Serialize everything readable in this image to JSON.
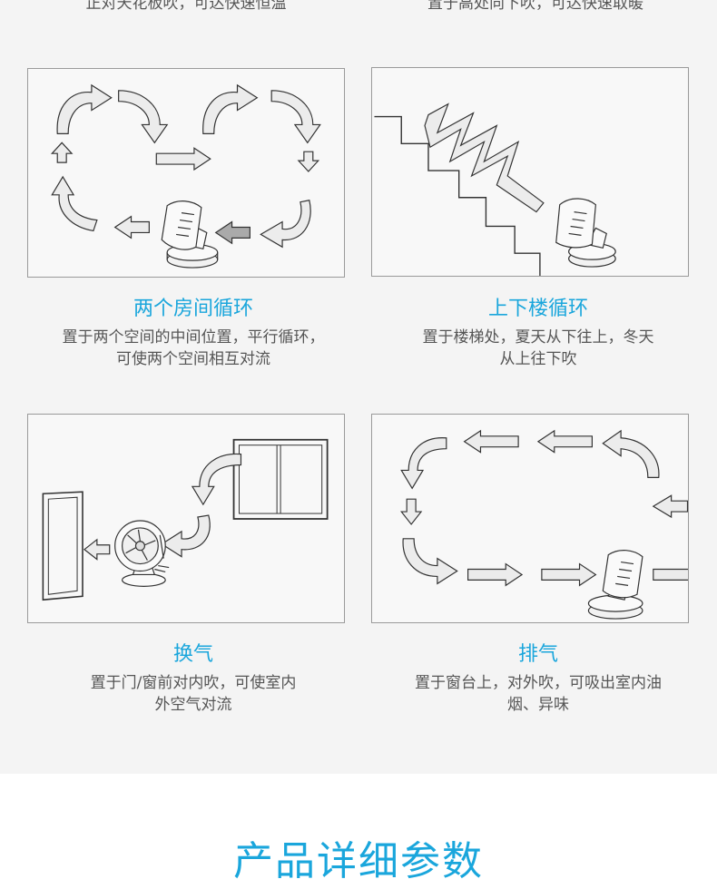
{
  "top_captions": {
    "left": "正对天花板吹，可达快速恒温",
    "right": "置于高处向下吹，可达快速取暖"
  },
  "cards": [
    {
      "title": "两个房间循环",
      "desc": [
        "置于两个空间的中间位置，平行循环，",
        "可使两个空间相互对流"
      ]
    },
    {
      "title": "上下楼循环",
      "desc": [
        "置于楼梯处，夏天从下往上，冬天",
        "从上往下吹"
      ]
    },
    {
      "title": "换气",
      "desc": [
        "置于门/窗前对内吹，可使室内",
        "外空气对流"
      ]
    },
    {
      "title": "排气",
      "desc": [
        "置于窗台上，对外吹，可吸出室内油",
        "烟、异味"
      ]
    }
  ],
  "section_title": "产品详细参数",
  "colors": {
    "accent": "#1aa6dc",
    "text": "#555555",
    "arrow_fill": "#ececec",
    "arrow_stroke": "#333333"
  }
}
